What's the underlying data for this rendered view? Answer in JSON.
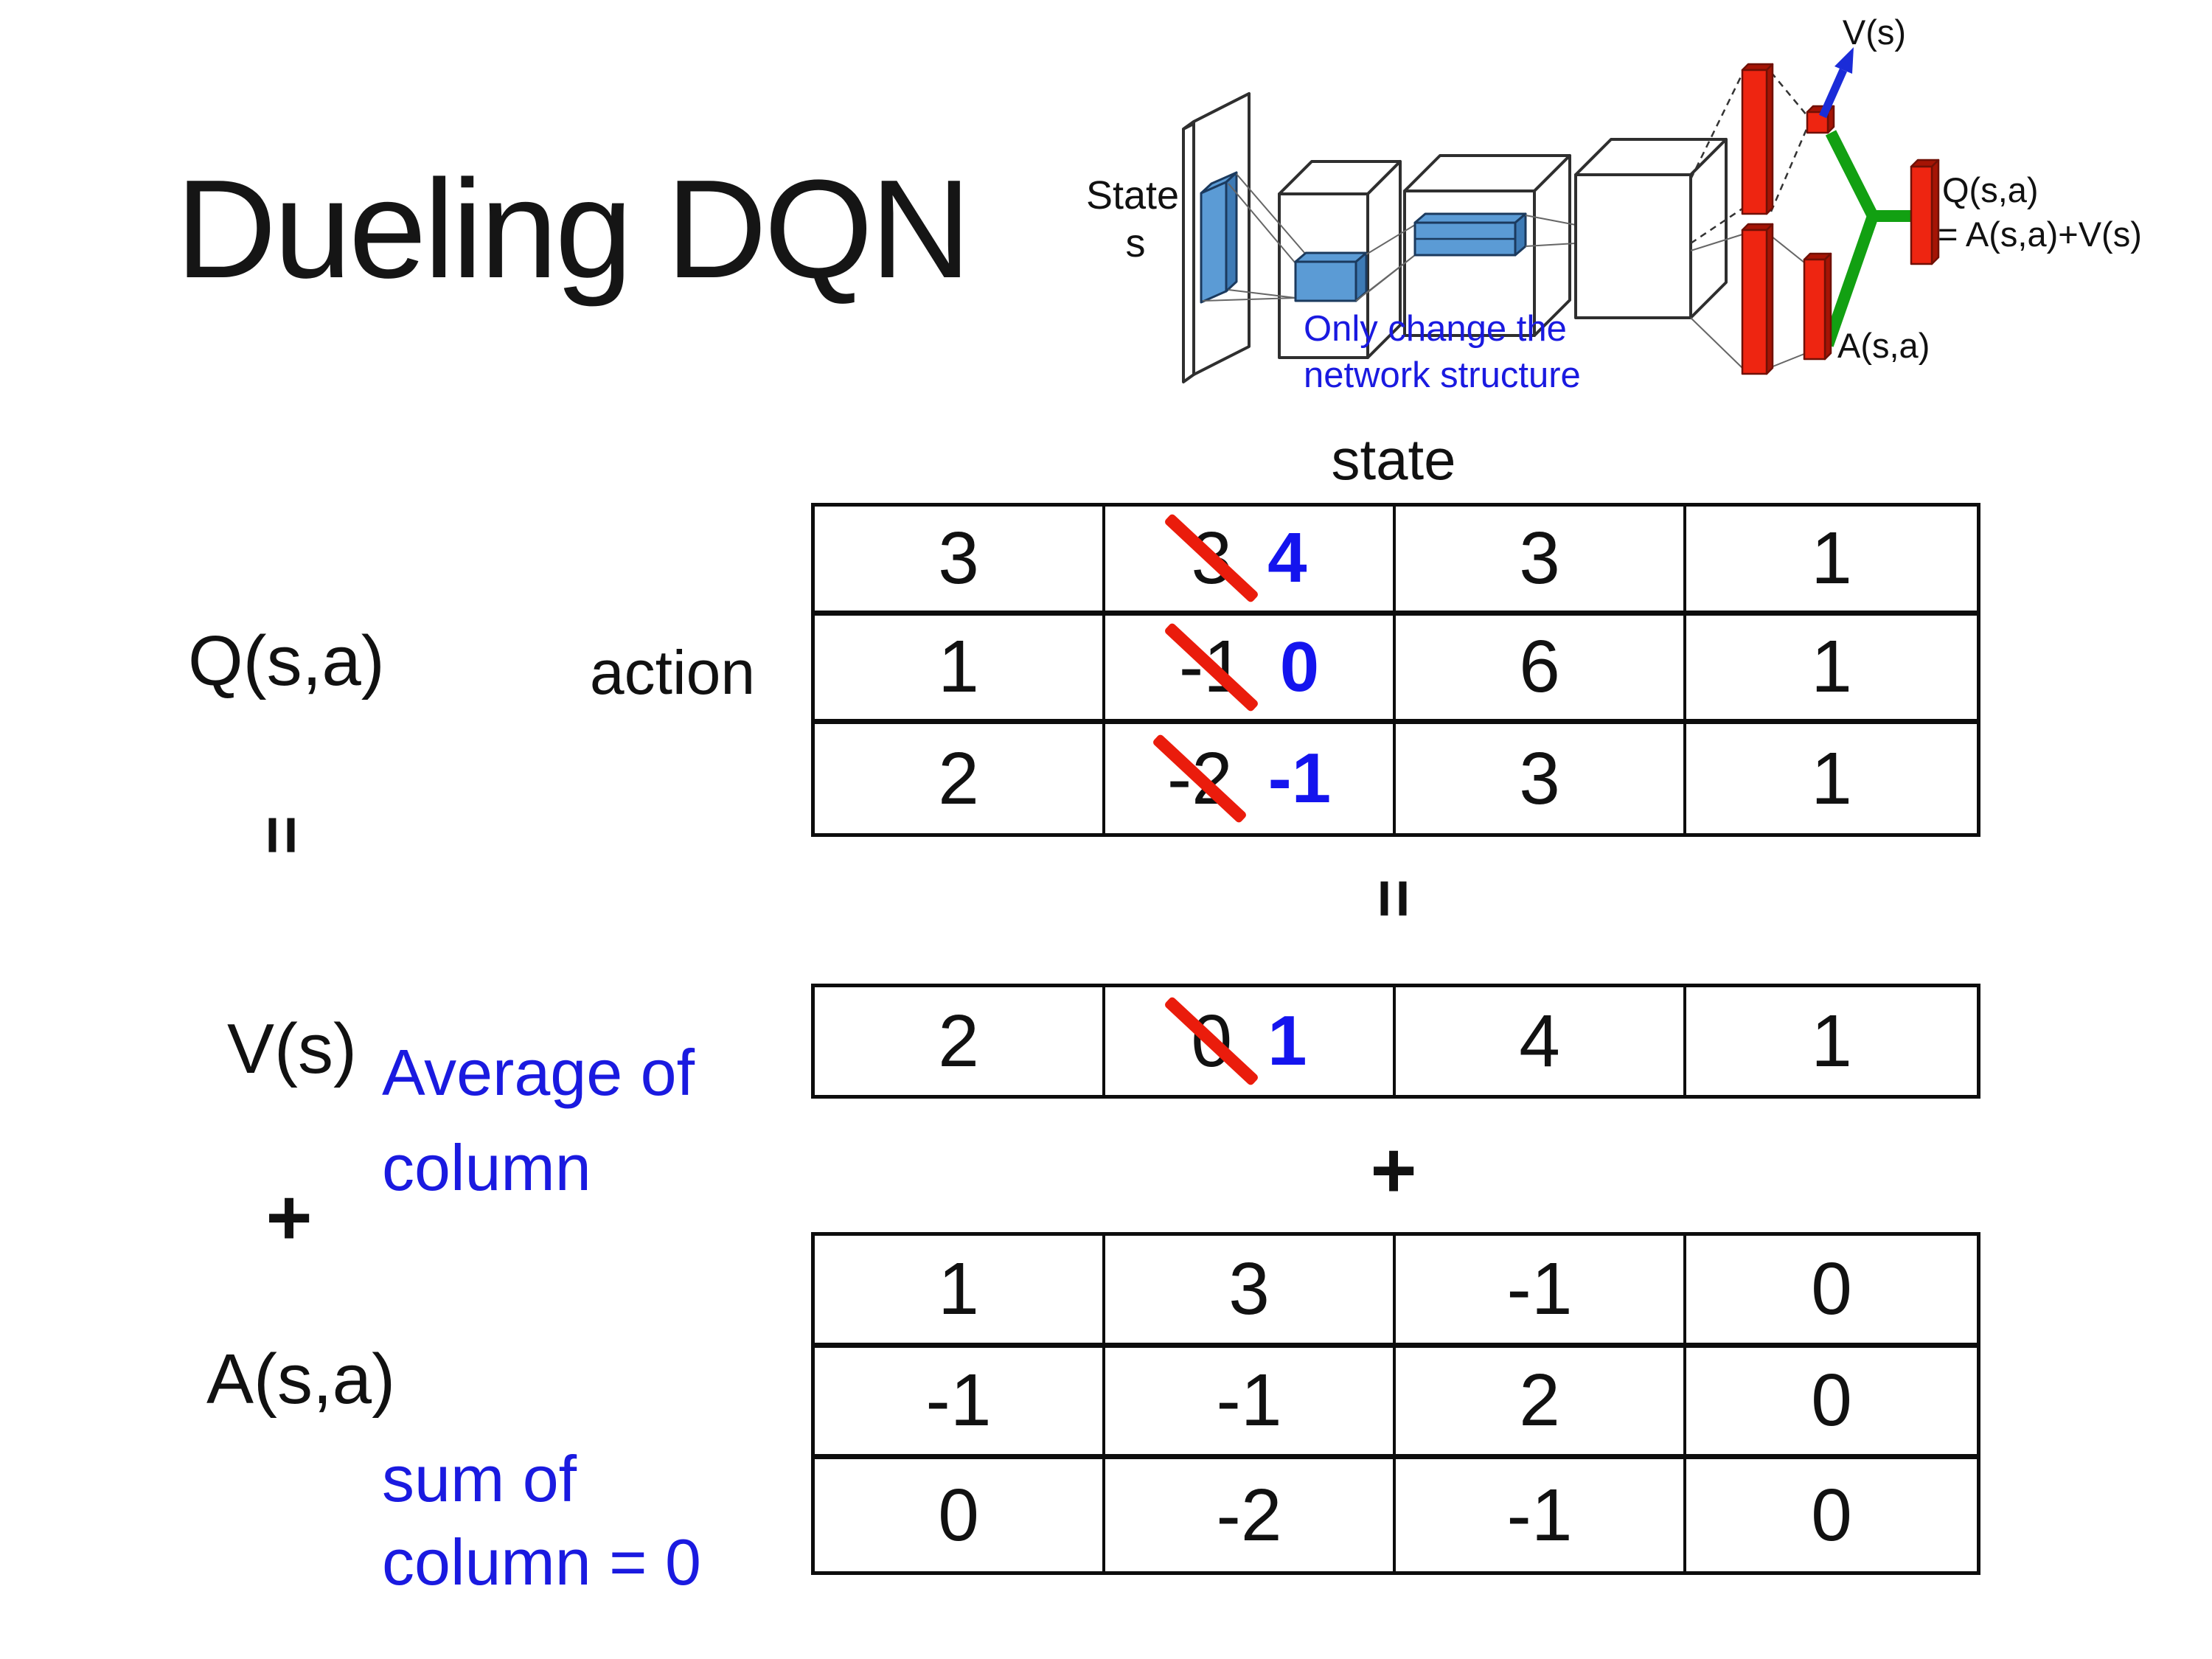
{
  "slide": {
    "title": "Dueling DQN",
    "background": "#ffffff"
  },
  "network_diagram": {
    "state_label": [
      "State",
      "s"
    ],
    "caption": [
      "Only change the",
      "network structure"
    ],
    "v_output_label": "V(s)",
    "q_output_label": [
      "Q(s,a)",
      "= A(s,a)+V(s)"
    ],
    "a_output_label": "A(s,a)",
    "colors": {
      "filter_blue": "#5b9bd5",
      "filter_side_blue": "#3d7ab5",
      "filter_edge": "#1b3a5e",
      "cube_stroke": "#2f2f2f",
      "wire_gray": "#666666",
      "dash_gray": "#333333",
      "bar_red": "#ee2511",
      "bar_red_dark": "#a51405",
      "bar_red_edge": "#701005",
      "branch_green": "#12a012",
      "arrow_blue": "#1b2cd8",
      "caption_blue": "#1a1ae0"
    }
  },
  "matrix_panel": {
    "state_header": "state",
    "action_label": "action",
    "q_label": "Q(s,a)",
    "v_label": "V(s)",
    "a_label": "A(s,a)",
    "equals_symbol": "=",
    "plus_symbol": "+",
    "average_note": [
      "Average of",
      "column"
    ],
    "sum_note": [
      "sum of",
      "column = 0"
    ],
    "note_color": "#1a1ae0",
    "strike_color": "#ea1c0c",
    "replacement_color": "#1414ee",
    "q_table": [
      [
        {
          "text": "3"
        },
        {
          "text": "3",
          "replacement": "4"
        },
        {
          "text": "3"
        },
        {
          "text": "1"
        }
      ],
      [
        {
          "text": "1"
        },
        {
          "text": "-1",
          "replacement": "0"
        },
        {
          "text": "6"
        },
        {
          "text": "1"
        }
      ],
      [
        {
          "text": "2"
        },
        {
          "text": "-2",
          "replacement": "-1"
        },
        {
          "text": "3"
        },
        {
          "text": "1"
        }
      ]
    ],
    "v_table": [
      [
        {
          "text": "2"
        },
        {
          "text": "0",
          "replacement": "1"
        },
        {
          "text": "4"
        },
        {
          "text": "1"
        }
      ]
    ],
    "a_table": [
      [
        {
          "text": "1"
        },
        {
          "text": "3"
        },
        {
          "text": "-1"
        },
        {
          "text": "0"
        }
      ],
      [
        {
          "text": "-1"
        },
        {
          "text": "-1"
        },
        {
          "text": "2"
        },
        {
          "text": "0"
        }
      ],
      [
        {
          "text": "0"
        },
        {
          "text": "-2"
        },
        {
          "text": "-1"
        },
        {
          "text": "0"
        }
      ]
    ]
  }
}
